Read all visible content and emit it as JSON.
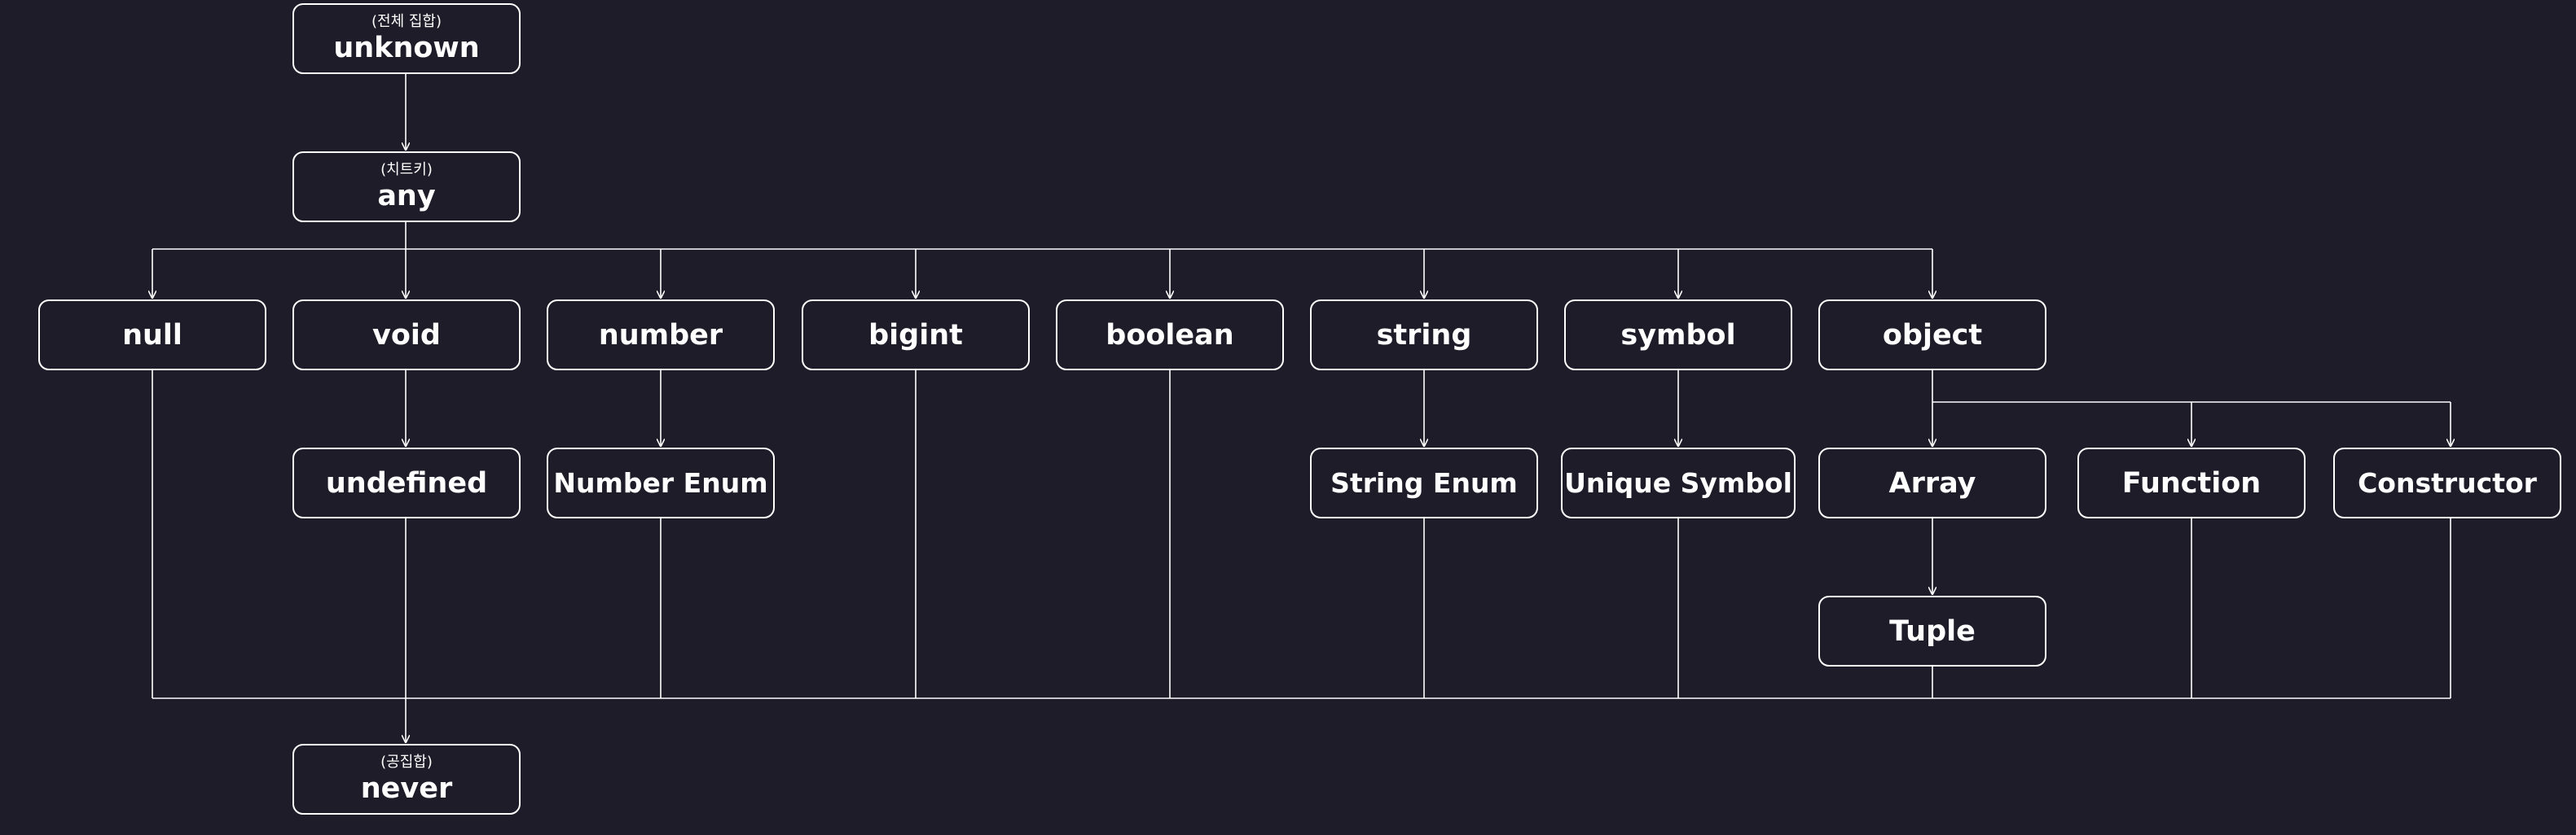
{
  "nodes": {
    "unknown": {
      "label": "unknown",
      "sub": "(전체 집합)"
    },
    "any": {
      "label": "any",
      "sub": "(치트키)"
    },
    "null": {
      "label": "null"
    },
    "void": {
      "label": "void"
    },
    "number": {
      "label": "number"
    },
    "bigint": {
      "label": "bigint"
    },
    "boolean": {
      "label": "boolean"
    },
    "string": {
      "label": "string"
    },
    "symbol": {
      "label": "symbol"
    },
    "object": {
      "label": "object"
    },
    "undefined": {
      "label": "undefined"
    },
    "number_enum": {
      "label": "Number Enum"
    },
    "string_enum": {
      "label": "String Enum"
    },
    "unique_symbol": {
      "label": "Unique Symbol"
    },
    "array": {
      "label": "Array"
    },
    "function": {
      "label": "Function"
    },
    "constructor": {
      "label": "Constructor"
    },
    "tuple": {
      "label": "Tuple"
    },
    "never": {
      "label": "never",
      "sub": "(공집합)"
    }
  },
  "colors": {
    "background": "#1d1c28",
    "line": "#ffffff",
    "text": "#ffffff"
  }
}
